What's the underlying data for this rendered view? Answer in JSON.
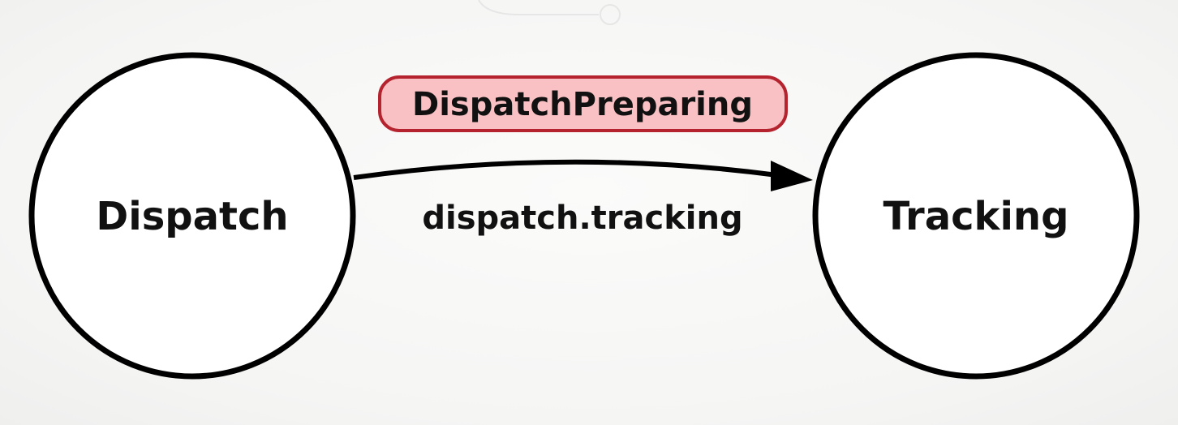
{
  "diagram": {
    "nodes": [
      {
        "id": "dispatch",
        "label": "Dispatch"
      },
      {
        "id": "tracking",
        "label": "Tracking"
      }
    ],
    "edge": {
      "from": "dispatch",
      "to": "tracking",
      "label": "dispatch.tracking"
    },
    "event": {
      "label": "DispatchPreparing"
    }
  }
}
